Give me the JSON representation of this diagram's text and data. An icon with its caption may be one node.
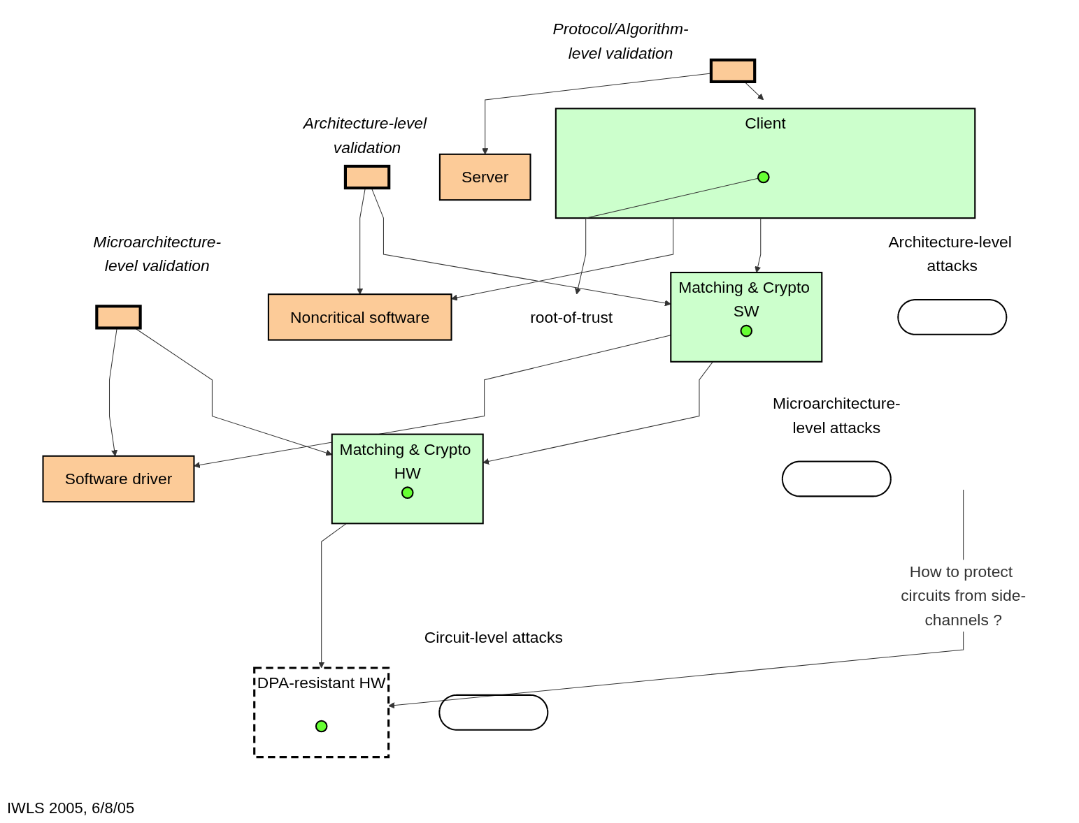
{
  "diagram": {
    "nodes": [
      {
        "text": [
          "Server"
        ]
      },
      {
        "text": [],
        "shape": "bar",
        "beside": [
          "Protocol/Algorithm-level validation"
        ]
      },
      {
        "text": [
          "Client"
        ]
      },
      {
        "text": [],
        "shape": "circle",
        "in": 2
      },
      {
        "text": [
          "root-of-trust"
        ]
      },
      {
        "text": [],
        "shape": "ellipse",
        "beside": [
          "Architecture-level attacks"
        ]
      },
      {
        "text": [
          "Noncritical software"
        ]
      },
      {
        "text": [],
        "shape": "bar",
        "beside": [
          "Architecture-level validation"
        ]
      },
      {
        "text": [
          "Matching & Crypto SW"
        ]
      },
      {
        "text": [],
        "shape": "circle",
        "in": 8
      },
      {
        "text": [],
        "shape": "ellipse",
        "beside": [
          "Microarchitecture-level attacks"
        ]
      },
      {
        "text": [
          "Software driver"
        ]
      },
      {
        "text": [],
        "shape": "bar",
        "beside": [
          "Microarchitecture-level validation"
        ]
      },
      {
        "text": [
          "Matching & Crypto HW"
        ]
      },
      {
        "text": [],
        "shape": "circle",
        "in": 13
      },
      {
        "text": [],
        "shape": "ellipse",
        "beside": [
          "Circuit-level attacks"
        ]
      },
      {
        "text": [
          "DPA-resistant HW"
        ]
      },
      {
        "text": [],
        "shape": "circle",
        "in": 16
      }
    ],
    "edges": [
      {
        "from": 1,
        "to": 0,
        "arrow": "to"
      },
      {
        "from": 1,
        "to": 2,
        "arrow": "to"
      },
      {
        "from": 3,
        "to": 4,
        "arrow": "to"
      },
      {
        "from": 2,
        "to": 6,
        "arrow": "to"
      },
      {
        "from": 2,
        "to": 8,
        "arrow": "to"
      },
      {
        "from": 7,
        "to": 6,
        "arrow": "to"
      },
      {
        "from": 7,
        "to": 8,
        "arrow": "to"
      },
      {
        "from": 8,
        "to": 11,
        "arrow": "to"
      },
      {
        "from": 8,
        "to": 13,
        "arrow": "to"
      },
      {
        "from": 12,
        "to": 11,
        "arrow": "to"
      },
      {
        "from": 12,
        "to": 13,
        "arrow": "to"
      },
      {
        "from": 13,
        "to": 16,
        "arrow": "to"
      },
      {
        "from": null,
        "to": 16,
        "arrow": "to",
        "label": "How to protect circuits from side-channels ?"
      }
    ],
    "labels": [
      "IWLS 2005, 6/8/05"
    ]
  }
}
